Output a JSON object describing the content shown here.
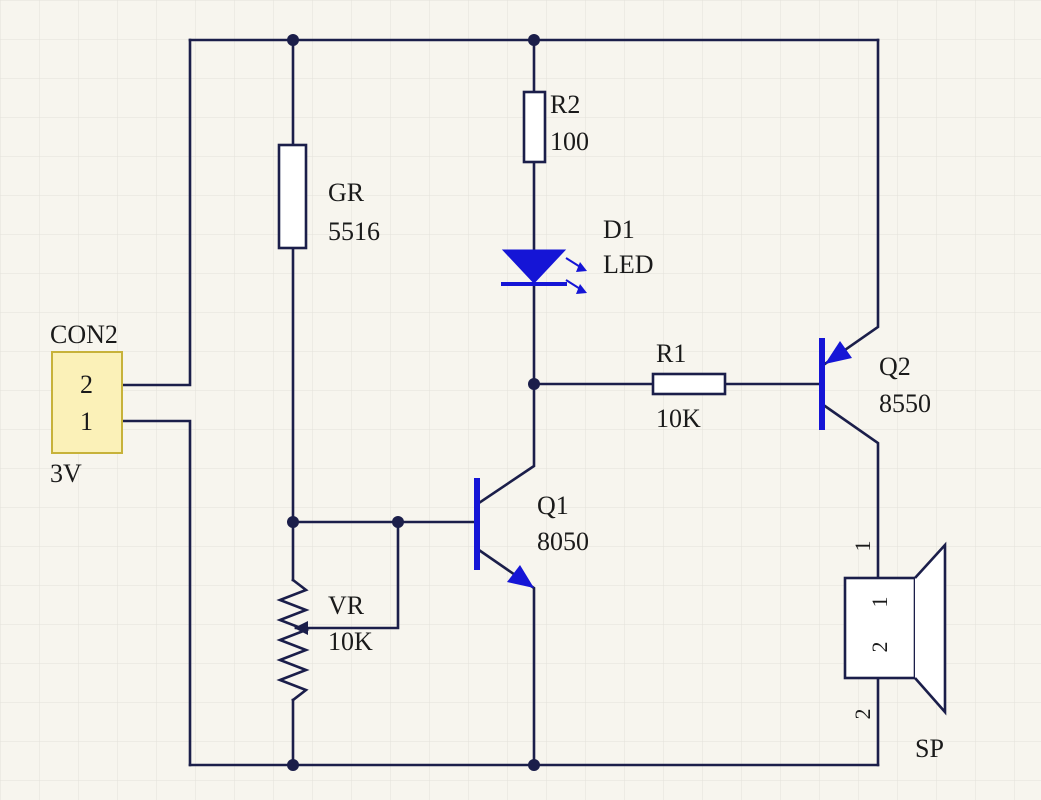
{
  "colors": {
    "background": "#f7f5ee",
    "grid": "#e3e1da",
    "wire": "#1b1e4a",
    "component_fill": "#ffffff",
    "connector_fill": "#fbf1b8",
    "connector_stroke": "#c7b23a",
    "semiconductor": "#1515d6"
  },
  "connector": {
    "ref": "CON2",
    "value": "3V",
    "pin_top": "2",
    "pin_bottom": "1"
  },
  "photoresistor": {
    "ref": "GR",
    "value": "5516"
  },
  "resistor_r2": {
    "ref": "R2",
    "value": "100"
  },
  "led": {
    "ref": "D1",
    "value": "LED"
  },
  "resistor_r1": {
    "ref": "R1",
    "value": "10K"
  },
  "transistor_q1": {
    "ref": "Q1",
    "value": "8050"
  },
  "transistor_q2": {
    "ref": "Q2",
    "value": "8550"
  },
  "potentiometer": {
    "ref": "VR",
    "value": "10K"
  },
  "speaker": {
    "ref": "SP",
    "inner_pin_1": "1",
    "inner_pin_2": "2",
    "outer_pin_1": "1",
    "outer_pin_2": "2"
  }
}
